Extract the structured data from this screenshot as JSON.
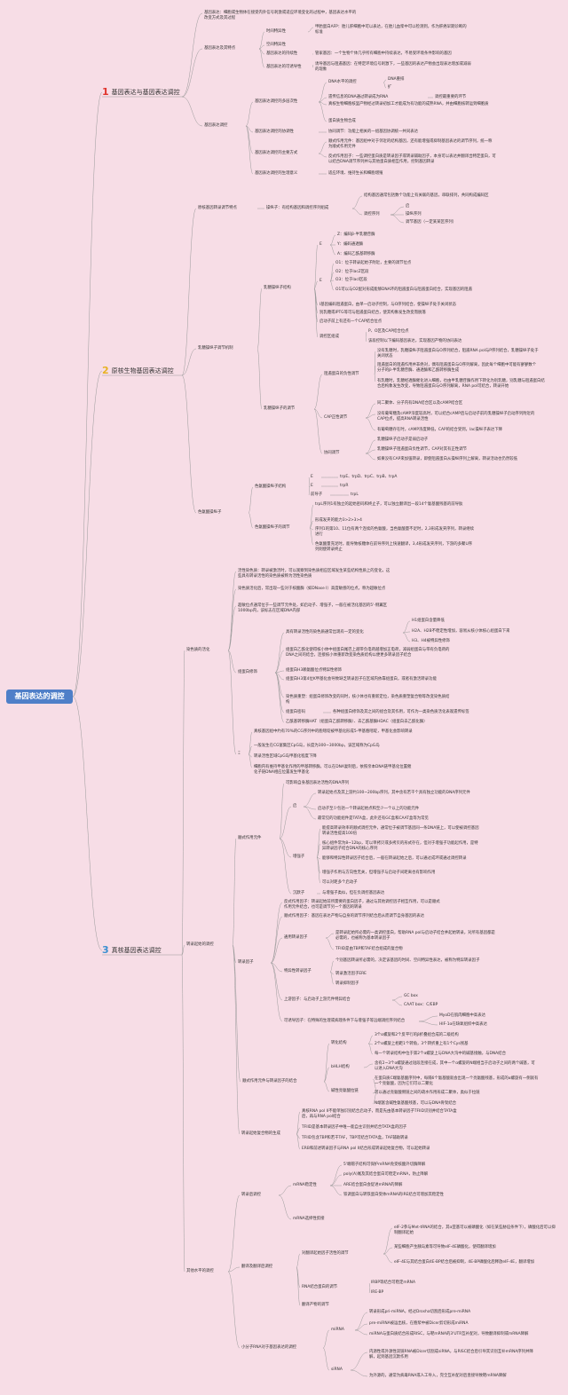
{
  "root": "基因表达的调控",
  "sections": [
    {
      "num": "1",
      "label": "基因表达与基因表达调控",
      "color": "#e0342c"
    },
    {
      "num": "2",
      "label": "原核生物基因表达调控",
      "color": "#e7b224"
    },
    {
      "num": "3",
      "label": "真核基因表达调控",
      "color": "#3a8fd0"
    }
  ],
  "colors": {
    "background": "#f7dde6",
    "root": "#4f7fc8",
    "line": "#9a9a9a"
  },
  "nodes": [
    {
      "id": "s1a",
      "t": "基因表达：细胞或生物体在接受内外信号刺激或适应环境变化的过程中，基因表达水平的改变方式及其过程"
    },
    {
      "id": "s1b",
      "t": "基因表达及其特点"
    },
    {
      "id": "s1b1",
      "t": "时间特异性"
    },
    {
      "id": "s1b1a",
      "t": "甲胎蛋白AFP：胎儿肝细胞中可以表达，在胎儿血浆中可以检测到，作为肝癌早期诊断的标准"
    },
    {
      "id": "s1b2",
      "t": "空间特异性"
    },
    {
      "id": "s1b3",
      "t": "基因表达的持续性"
    },
    {
      "id": "s1b3a",
      "t": "管家基因：一个生物个体几乎所有细胞中持续表达，不易受环境条件影响的基因"
    },
    {
      "id": "s1b4",
      "t": "基因表达的可诱导性"
    },
    {
      "id": "s1b4a",
      "t": "诱导基因与阻遏基因：在特定环境信号刺激下，一些基因的表达产物会出现表达增加或减弱的现象"
    },
    {
      "id": "s1c",
      "t": "基因表达调控"
    },
    {
      "id": "s1c1",
      "t": "基因表达调控的多层次性"
    },
    {
      "id": "s1c1a",
      "t": "DNA水平的调控"
    },
    {
      "id": "s1c1a1",
      "t": "DNA重排"
    },
    {
      "id": "s1c1a2",
      "t": "扩"
    },
    {
      "id": "s1c1b",
      "t": "遗传信息的DNA通过转录成为RNA"
    },
    {
      "id": "s1c1b1",
      "t": "调控最重要的环节"
    },
    {
      "id": "s1c1c",
      "t": "真核生物细胞核里产物经过转录初加工才能成为有功能的成熟RNA，并由细胞核转运到细胞质"
    },
    {
      "id": "s1c1d",
      "t": "蛋白质生物合成"
    },
    {
      "id": "s1c2",
      "t": "基因表达调控的协调性"
    },
    {
      "id": "s1c2a",
      "t": "协同调节：功能上相关的一组基因协调统一共同表达"
    },
    {
      "id": "s1c3",
      "t": "基因表达调控的主要方式"
    },
    {
      "id": "s1c3a",
      "t": "顺式作用元件：基因组中对于邻近的结构基因，还有能增强或抑制基因表达的调节序列，统一称为顺式作用元件"
    },
    {
      "id": "s1c3b",
      "t": "反式作用因子：一些调控蛋白质是转录因子或转录辅助因子，本身可以表达并翻译出特定蛋白，可以结合DNA调节序列并与其他蛋白质相互作用，控制基因转录"
    },
    {
      "id": "s1c4",
      "t": "基因表达调控的生理意义"
    },
    {
      "id": "s1c4a",
      "t": "适应环境、维持生长和细胞增殖"
    },
    {
      "id": "s2a",
      "t": "原核基因转录调节特点"
    },
    {
      "id": "s2a1",
      "t": "操纵子：有结构基因和调控序列组成"
    },
    {
      "id": "s2a1a",
      "t": "结构基因通常包括数个功能上有关联的基因，串联排列，共同构成编码区"
    },
    {
      "id": "s2a1b",
      "t": "调控序列"
    },
    {
      "id": "s2a1b1",
      "t": "启"
    },
    {
      "id": "s2a1b2",
      "t": "操纵序列"
    },
    {
      "id": "s2a1b3",
      "t": "调节基因（一定某某区序列）"
    },
    {
      "id": "s2b",
      "t": "乳糖操纵子调节机制"
    },
    {
      "id": "s2b1",
      "t": "乳糖操纵子结构"
    },
    {
      "id": "s2b1a",
      "t": "E"
    },
    {
      "id": "s2b1a1",
      "t": "Z：编码β-半乳糖苷酶"
    },
    {
      "id": "s2b1a2",
      "t": "Y：编码通透酶"
    },
    {
      "id": "s2b1a3",
      "t": "A：编码乙酰基转移酶"
    },
    {
      "id": "s2b1b",
      "t": "E"
    },
    {
      "id": "s2b1b1",
      "t": "O1：位于转录起始子附近，主要的调节位点"
    },
    {
      "id": "s2b1b2",
      "t": "O2：位于lacZ区段"
    },
    {
      "id": "s2b1b3",
      "t": "O3：位于lacI区段"
    },
    {
      "id": "s2b1b4",
      "t": "O1可以与O2配对形成能够DNA环的阻遏蛋白与阻遏蛋白结合，实现基因的阻遏"
    },
    {
      "id": "s2b1c",
      "t": "I基因编码阻遏蛋白，由单一启动子控制，与O序列结合，使操纵子处于关闭状态"
    },
    {
      "id": "s2b1c2",
      "t": "别乳糖或IPTG等可与阻遏蛋白结合，使其构象发生改变而脱落"
    },
    {
      "id": "s2b1d",
      "t": "启动子前上有还有一个CAP结合位点"
    },
    {
      "id": "s2b1e",
      "t": "调控区组成"
    },
    {
      "id": "s2b1e1",
      "t": "P、O区及CAP结合位点"
    },
    {
      "id": "s2b1e2",
      "t": "该段控制以下编码基因表达，实现基因产物的协同表达"
    },
    {
      "id": "s2b2",
      "t": "乳糖操纵子的调节"
    },
    {
      "id": "s2b2a",
      "t": "阻遏蛋白的负性调节"
    },
    {
      "id": "s2b2a1",
      "t": "没有乳糖时，乳糖操纵子阻遏蛋白与O序列结合，阻遏RNA pol与P序列结合，乳糖操纵子处于关闭状态"
    },
    {
      "id": "s2b2a2",
      "t": "阻遏蛋白的阻遏作用并非绝对，偶有阻遏蛋白与O序列解离，因此每个细胞中可能有寥寥数个分子的β-半乳糖苷酶、通透酶和乙酰转移酶生成"
    },
    {
      "id": "s2b2a3",
      "t": "有乳糖时，乳糖经透酶催化进入细胞，也由半乳糖苷酶作用下转化为别乳糖，别乳糖与阻遏蛋白结合后构象发生改变，导致阻遏蛋白与O序列解离，RNA pol可结合，转录开始"
    },
    {
      "id": "s2b2b",
      "t": "CAP正性调节"
    },
    {
      "id": "s2b2b1",
      "t": "同二聚体、分子内有DNA结合区以及cAMP结合区"
    },
    {
      "id": "s2b2b2",
      "t": "没有葡萄糖及cAMP浓度较高时，可以结合cAMP后与启动子前的乳糖操纵子启动序列附近的CAP位点，提高RNA转录活性"
    },
    {
      "id": "s2b2b3",
      "t": "有葡萄糖存在时，cAMP浓度降低，CAP的结合受到，lac操纵子表达下降"
    },
    {
      "id": "s2b2c",
      "t": "协同调节"
    },
    {
      "id": "s2b2c1",
      "t": "乳糖操纵子启动子是弱启动子"
    },
    {
      "id": "s2b2c2",
      "t": "乳糖操纵子阻遏蛋白负性调节，CAP对其有正性调节"
    },
    {
      "id": "s2b2c3",
      "t": "如果没有CAP来加强转录，即使阻遏蛋白从操纵序列上解离，转录活动也仍然较低"
    },
    {
      "id": "s2c",
      "t": "色氨酸操纵子"
    },
    {
      "id": "s2c1",
      "t": "色氨酸操纵子结构"
    },
    {
      "id": "s2c1a",
      "t": "E"
    },
    {
      "id": "s2c1a1",
      "t": "trpE、trpD、trpC、trpB、trpA"
    },
    {
      "id": "s2c1b",
      "t": "E"
    },
    {
      "id": "s2c1b1",
      "t": "trpR"
    },
    {
      "id": "s2c1c",
      "t": "前导子"
    },
    {
      "id": "s2c1c1",
      "t": "trpL"
    },
    {
      "id": "s2c2",
      "t": "色氨酸操纵子的调节"
    },
    {
      "id": "s2c2a",
      "t": "trpL序列1有独立的起始密码和终止子，可以独立翻译出一段14个氨基酸残基的前导肽"
    },
    {
      "id": "s2c2b",
      "t": "形成发夹的能力3>2>3>4"
    },
    {
      "id": "s2c2c",
      "t": "序列1的第10、11位有两个连续的色氨酸，当色氨酸量不足时，2,3形成发夹序列，转录继续进行"
    },
    {
      "id": "s2c2d",
      "t": "色氨酸量充足时，能导致核糖体在前导序列上快速翻译，3,4形成发夹序列，下游的多聚U序列则使转录终止"
    },
    {
      "id": "s3a",
      "t": "染色质的活化"
    },
    {
      "id": "s3a1",
      "t": "活性染色质：转录被激活时，可以观察到染色质相应区域发生某些结构性质上的变化，这些具有转录活性的染色质被称为活性染色质"
    },
    {
      "id": "s3a2",
      "t": "染色质活化后，常出现一些对于核酸酶（如DNase I）高度敏感的位点，称为超敏位点"
    },
    {
      "id": "s3a3",
      "t": "超敏位点通常位于一些调节元件处，如启动子、增强子，一般在被活化基因的5'-侧翼区1000bp内，该标志在区域DNA内部"
    },
    {
      "id": "s3a4",
      "t": "组蛋白修饰"
    },
    {
      "id": "s3a4a",
      "t": "具有转录活性的染色质通常出现有一定的变化"
    },
    {
      "id": "s3a4a1",
      "t": "H1组蛋白含量降低"
    },
    {
      "id": "s3a4a2",
      "t": "H2A、H2B不稳定性增加，容易从核小体核心组蛋白下来"
    },
    {
      "id": "s3a4a3",
      "t": "H3、H4被特异性修饰"
    },
    {
      "id": "s3a4b",
      "t": "组蛋白乙酰化使得核小体中组蛋白尾巴上越带负电荷越增加正电荷，减弱组蛋白与带有负电荷的DNA之间的结合，连接核小体重新改变染色质结构以便更多转录因子结合"
    },
    {
      "id": "s3a4c",
      "t": "组蛋白H3赖氨酸位点特异性修饰"
    },
    {
      "id": "s3a4d",
      "t": "组蛋白H3第4位K甲基化会导致缺乏转录因子在区域内依靠组蛋白，或者有激活转录功能"
    },
    {
      "id": "s3a4e",
      "t": "染色质重塑：组蛋白修饰改变的同时，核小体也有重新定位，染色质重塑复合物等改变染色质结构"
    },
    {
      "id": "s3a4f",
      "t": "组蛋白密码"
    },
    {
      "id": "s3a4f1",
      "t": "各种组蛋白修饰及其之间的组合及其作用，可作为一类染色质活化表观遗传标签"
    },
    {
      "id": "s3a4g",
      "t": "乙酰基转移酶HAT（组蛋白乙酰转移酶）、去乙酰基酶HDAC（组蛋白去乙酰化酶）"
    },
    {
      "id": "s3a5",
      "t": "Ξ"
    },
    {
      "id": "s3a5a",
      "t": "真核基因组中约有70%的CG序列中的胞嘧啶被甲基化形成5-甲基胞嘧啶，甲基化会影响转录"
    },
    {
      "id": "s3a5b",
      "t": "一般发生在CG富集区CpG岛，长度为300~3000bp，该区域称为CpG岛"
    },
    {
      "id": "s3a5c",
      "t": "转录活性区域CpG岛甲基化程度下降"
    },
    {
      "id": "s3a5d",
      "t": "细胞内有维持甲基化作用的甲基转移酶，可以在DNA复制后，依照亲本DNA链甲基化位置催化子链DNA相应位置发生甲基化"
    },
    {
      "id": "s3b",
      "t": "转录起始的调控"
    },
    {
      "id": "s3b1",
      "t": "顺式作用元件"
    },
    {
      "id": "s3b1a",
      "t": "可影响自身基因表达活性的DNA序列"
    },
    {
      "id": "s3b1b",
      "t": "启"
    },
    {
      "id": "s3b1b1",
      "t": "转录起始点及其上游约100~200bp序列，其中含有若干个具有独立功能的DNA序列元件"
    },
    {
      "id": "s3b1b2",
      "t": "启动子至少包括一个转录起始点和至少一个以上的功能元件"
    },
    {
      "id": "s3b1b3",
      "t": "最常见的功能组件是TATA盒，此外还有GC盒和CAAT盒等为常见"
    },
    {
      "id": "s3b1c",
      "t": "增强子"
    },
    {
      "id": "s3b1c1",
      "t": "能提高转录效率的顺式调控元件，通常位于被调节基因同一条DNA链上，可以使被调控基因转录活性提高100倍"
    },
    {
      "id": "s3b1c2",
      "t": "核心组件常为8~12bp，可以单拷贝或多拷贝的形式存在，但对于增强子功能起作用，是特异转录因子结合DNA的核心序列"
    },
    {
      "id": "s3b1c3",
      "t": "能够和特异性转录因子结合后，一般在转录起始之后，可以通过成环或通过调控转录"
    },
    {
      "id": "s3b1c4",
      "t": "增强子作用与方向性无关，但增强子与启动子间距离也有影响作用"
    },
    {
      "id": "s3b1c5",
      "t": "可以对距多个启动子"
    },
    {
      "id": "s3b1d",
      "t": "沉默子"
    },
    {
      "id": "s3b1d1",
      "t": "与增强子类似，但在负调控基因表达"
    },
    {
      "id": "s3b2",
      "t": "转录因子"
    },
    {
      "id": "s3b2a",
      "t": "反式作用因子：转录起始前所需要的蛋白因子，通过与其他调控因子相互作用，可以是顺式作用元件结合，也可是调节另一个基因的转录"
    },
    {
      "id": "s3b2b",
      "t": "顺式作用因子：基因在表达产物与自身的调节序列结合后从而调节自身基因的表达"
    },
    {
      "id": "s3b2c",
      "t": "通用转录因子"
    },
    {
      "id": "s3b2c1",
      "t": "是转录起始所必需的一类调控蛋白，帮助RNA pol与启动子结合并起始转录，对所有基因都是必需的，也被称为基本转录因子"
    },
    {
      "id": "s3b2c2",
      "t": "TFIID是由TBP和TAF结合组成的复合物"
    },
    {
      "id": "s3b2d",
      "t": "特异性转录因子"
    },
    {
      "id": "s3b2d1",
      "t": "个别基因转录所必需的，决定该基因的时间、空间特异性表达，被称为特异转录因子"
    },
    {
      "id": "s3b2d2",
      "t": "转录激活因子ERE"
    },
    {
      "id": "s3b2d3",
      "t": "转录抑制因子"
    },
    {
      "id": "s3b2e",
      "t": "上游因子：与启动子上游元件特异结合"
    },
    {
      "id": "s3b2e1",
      "t": "GC box"
    },
    {
      "id": "s3b2e2",
      "t": "CAAT box：C/EBP"
    },
    {
      "id": "s3b2f",
      "t": "可诱导因子：在特殊的生理或病理条件下与增强子等远端调控序列结合"
    },
    {
      "id": "s3b2f1",
      "t": "MyoD在肌肉细胞中高表达"
    },
    {
      "id": "s3b2f2",
      "t": "HIF-1α在缺氧组织中高表达"
    },
    {
      "id": "s3b3",
      "t": "顺式作用元件与转录因子的结合"
    },
    {
      "id": "s3b3a",
      "t": "转化结构"
    },
    {
      "id": "s3b3a1",
      "t": "3个α螺旋和2个反平行的β折叠组合成的二级结构"
    },
    {
      "id": "s3b3a2",
      "t": "2个α螺旋上相距1个转角，3个转折重上有1个Cys残基"
    },
    {
      "id": "s3b3a3",
      "t": "每一个转录结构中位于第2个α螺旋上与DNA大沟中的碱基接触，与DNA结合"
    },
    {
      "id": "s3b3b",
      "t": "bHLH结构"
    },
    {
      "id": "s3b3b1",
      "t": "含有2~3个α螺旋通过短段连接在成，其中一个α螺旋的N端相当于启动子之间的两个碱基，可以进入DNA大沟"
    },
    {
      "id": "s3b3c",
      "t": "碱性亮氨酸拉链"
    },
    {
      "id": "s3b3c1",
      "t": "在蛋白质C端氨基酸序列中，每隔6个氨基酸就会出现一个亮氨酸残基，形成的α螺旋有一侧就有一个亮氨酸，因为它们可以二聚化"
    },
    {
      "id": "s3b3c2",
      "t": "可以通过亮氨酸侧链之间的疏水作用形成二聚体，类似于拉链"
    },
    {
      "id": "s3b3c3",
      "t": "N端富含碱性氨基酸残基，可以与DNA骨架结合"
    },
    {
      "id": "s3b4",
      "t": "转录起始复合物的生成"
    },
    {
      "id": "s3b4a",
      "t": "真核RNA pol II不能单独识别结合启动子，而是先由基本转录因子TFIID识别并结合TATA盒后，再与RNA pol结合"
    },
    {
      "id": "s3b4b",
      "t": "TFIID是基本转录因子中唯一能自主识别并结合TATA盒的因子"
    },
    {
      "id": "s3b4c",
      "t": "TFIID包含TBP和若干TAF，TBP可结合TATA盒，TAF辅助转录"
    },
    {
      "id": "s3b4d",
      "t": "ERB和前述转录因子与RNA pol II结合形成转录起始复合物，可以起始转录"
    },
    {
      "id": "s3c",
      "t": "其他水平的调控"
    },
    {
      "id": "s3c1",
      "t": "转录后调控"
    },
    {
      "id": "s3c1a",
      "t": "mRNA稳定性"
    },
    {
      "id": "s3c1a1",
      "t": "5'端帽子结构可保护mRNA免受核酸外切酶降解"
    },
    {
      "id": "s3c1a2",
      "t": "poly(A)尾及其结合蛋白可稳定mRNA，防止降解"
    },
    {
      "id": "s3c1a3",
      "t": "ARE结合蛋白会促进mRNA的降解"
    },
    {
      "id": "s3c1a4",
      "t": "铁调蛋白与转铁蛋白受体mRNA的IRE结合可增加其稳定性"
    },
    {
      "id": "s3c1b",
      "t": "mRNA选择性剪接"
    },
    {
      "id": "s3c2",
      "t": "翻译及翻译后调控"
    },
    {
      "id": "s3c2a",
      "t": "对翻译起始因子活性的调节"
    },
    {
      "id": "s3c2a1",
      "t": "eIF-2参与Met-tRNA的结合，其α亚基可以被磷酸化（如在某些胁迫条件下），磷酸化后可以抑制翻译起始"
    },
    {
      "id": "s3c2a2",
      "t": "某些细胞产生胰岛素等可导致eIF-4E磷酸化，使得翻译增加"
    },
    {
      "id": "s3c2a3",
      "t": "eIF-4E与其结合蛋白4E-BP结合后被抑制，4E-BP磷酸化后释放eIF-4E，翻译增加"
    },
    {
      "id": "s3c2b",
      "t": "RNA结合蛋白的调节"
    },
    {
      "id": "s3c2b1",
      "t": "IRBP等结合可稳定mRNA"
    },
    {
      "id": "s3c2b2",
      "t": "IRE-BP"
    },
    {
      "id": "s3c2c",
      "t": "翻译产物的调节"
    },
    {
      "id": "s3c3",
      "t": "小分子RNA对于基因表达的调控"
    },
    {
      "id": "s3c3a",
      "t": "miRNA"
    },
    {
      "id": "s3c3a1",
      "t": "转录形成pri-miRNA，经过Drosha切割后形成pre-miRNA"
    },
    {
      "id": "s3c3a2",
      "t": "pre-miRNA被运出核，在胞浆中被Dicer剪切形成miRNA"
    },
    {
      "id": "s3c3a3",
      "t": "miRNA与蛋白质结合形成RISC，与靶mRNA的3'UTR互补配对，导致翻译抑制或mRNA降解"
    },
    {
      "id": "s3c3b",
      "t": "siRNA"
    },
    {
      "id": "s3c3b1",
      "t": "内源性或外源性双链RNA被Dicer切割成siRNA，与RISC结合后引导其识别互补mRNA序列并降解，起到基因沉默作用"
    },
    {
      "id": "s3c3b2",
      "t": "为外源的，通常为病毒RNA或人工导入，完全互补配对后直接导致靶mRNA降解"
    }
  ]
}
